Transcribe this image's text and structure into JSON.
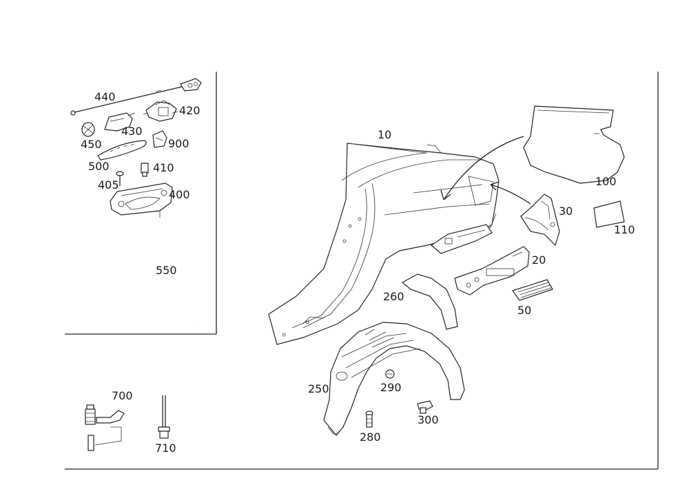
{
  "parts": {
    "p10": "10",
    "p20": "20",
    "p30": "30",
    "p50": "50",
    "p100": "100",
    "p110": "110",
    "p250": "250",
    "p260": "260",
    "p280": "280",
    "p290": "290",
    "p300": "300",
    "p400": "400",
    "p405": "405",
    "p410": "410",
    "p420": "420",
    "p430": "430",
    "p440": "440",
    "p450": "450",
    "p500": "500",
    "p550": "550",
    "p700": "700",
    "p710": "710",
    "p900": "900"
  }
}
